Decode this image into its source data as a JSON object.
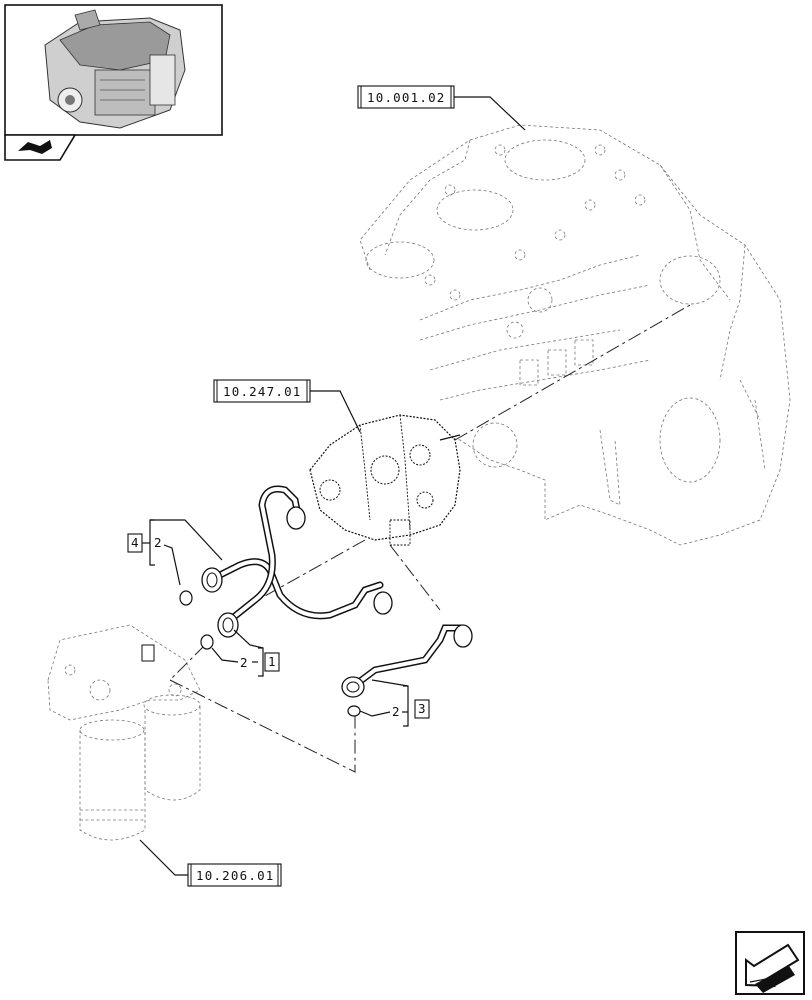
{
  "thumbnail": {
    "icon": "engine-thumbnail-icon",
    "tab_icon": "assembly-tab-icon"
  },
  "references": {
    "block": "10.001.02",
    "pump": "10.247.01",
    "filter": "10.206.01"
  },
  "callouts": [
    {
      "item": "4",
      "sub": "2"
    },
    {
      "item": "1",
      "sub": "2"
    },
    {
      "item": "3",
      "sub": "2"
    }
  ],
  "nav": {
    "icon": "next-page-arrow-icon"
  }
}
